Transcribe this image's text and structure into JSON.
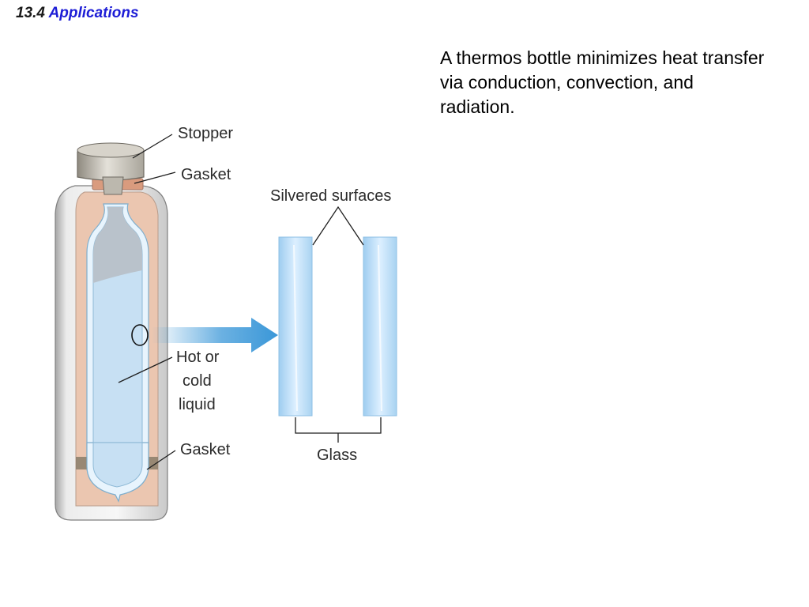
{
  "header": {
    "section_number": "13.4",
    "section_title": "Applications"
  },
  "caption": "A thermos bottle minimizes heat transfer via conduction, convection, and radiation.",
  "diagram": {
    "labels": {
      "stopper": "Stopper",
      "gasket_top": "Gasket",
      "silvered_surfaces": "Silvered surfaces",
      "liquid_line1": "Hot or",
      "liquid_line2": "cold",
      "liquid_line3": "liquid",
      "gasket_bottom": "Gasket",
      "glass": "Glass"
    },
    "colors": {
      "casing": "#e9e9e9",
      "insulation": "#ebc6b0",
      "liquid": "#c7e0f3",
      "air_gap": "#b9c2cb",
      "glass": "#c6e2f7",
      "arrow": "#3a97d8",
      "gasket": "#8a7d6a"
    }
  }
}
